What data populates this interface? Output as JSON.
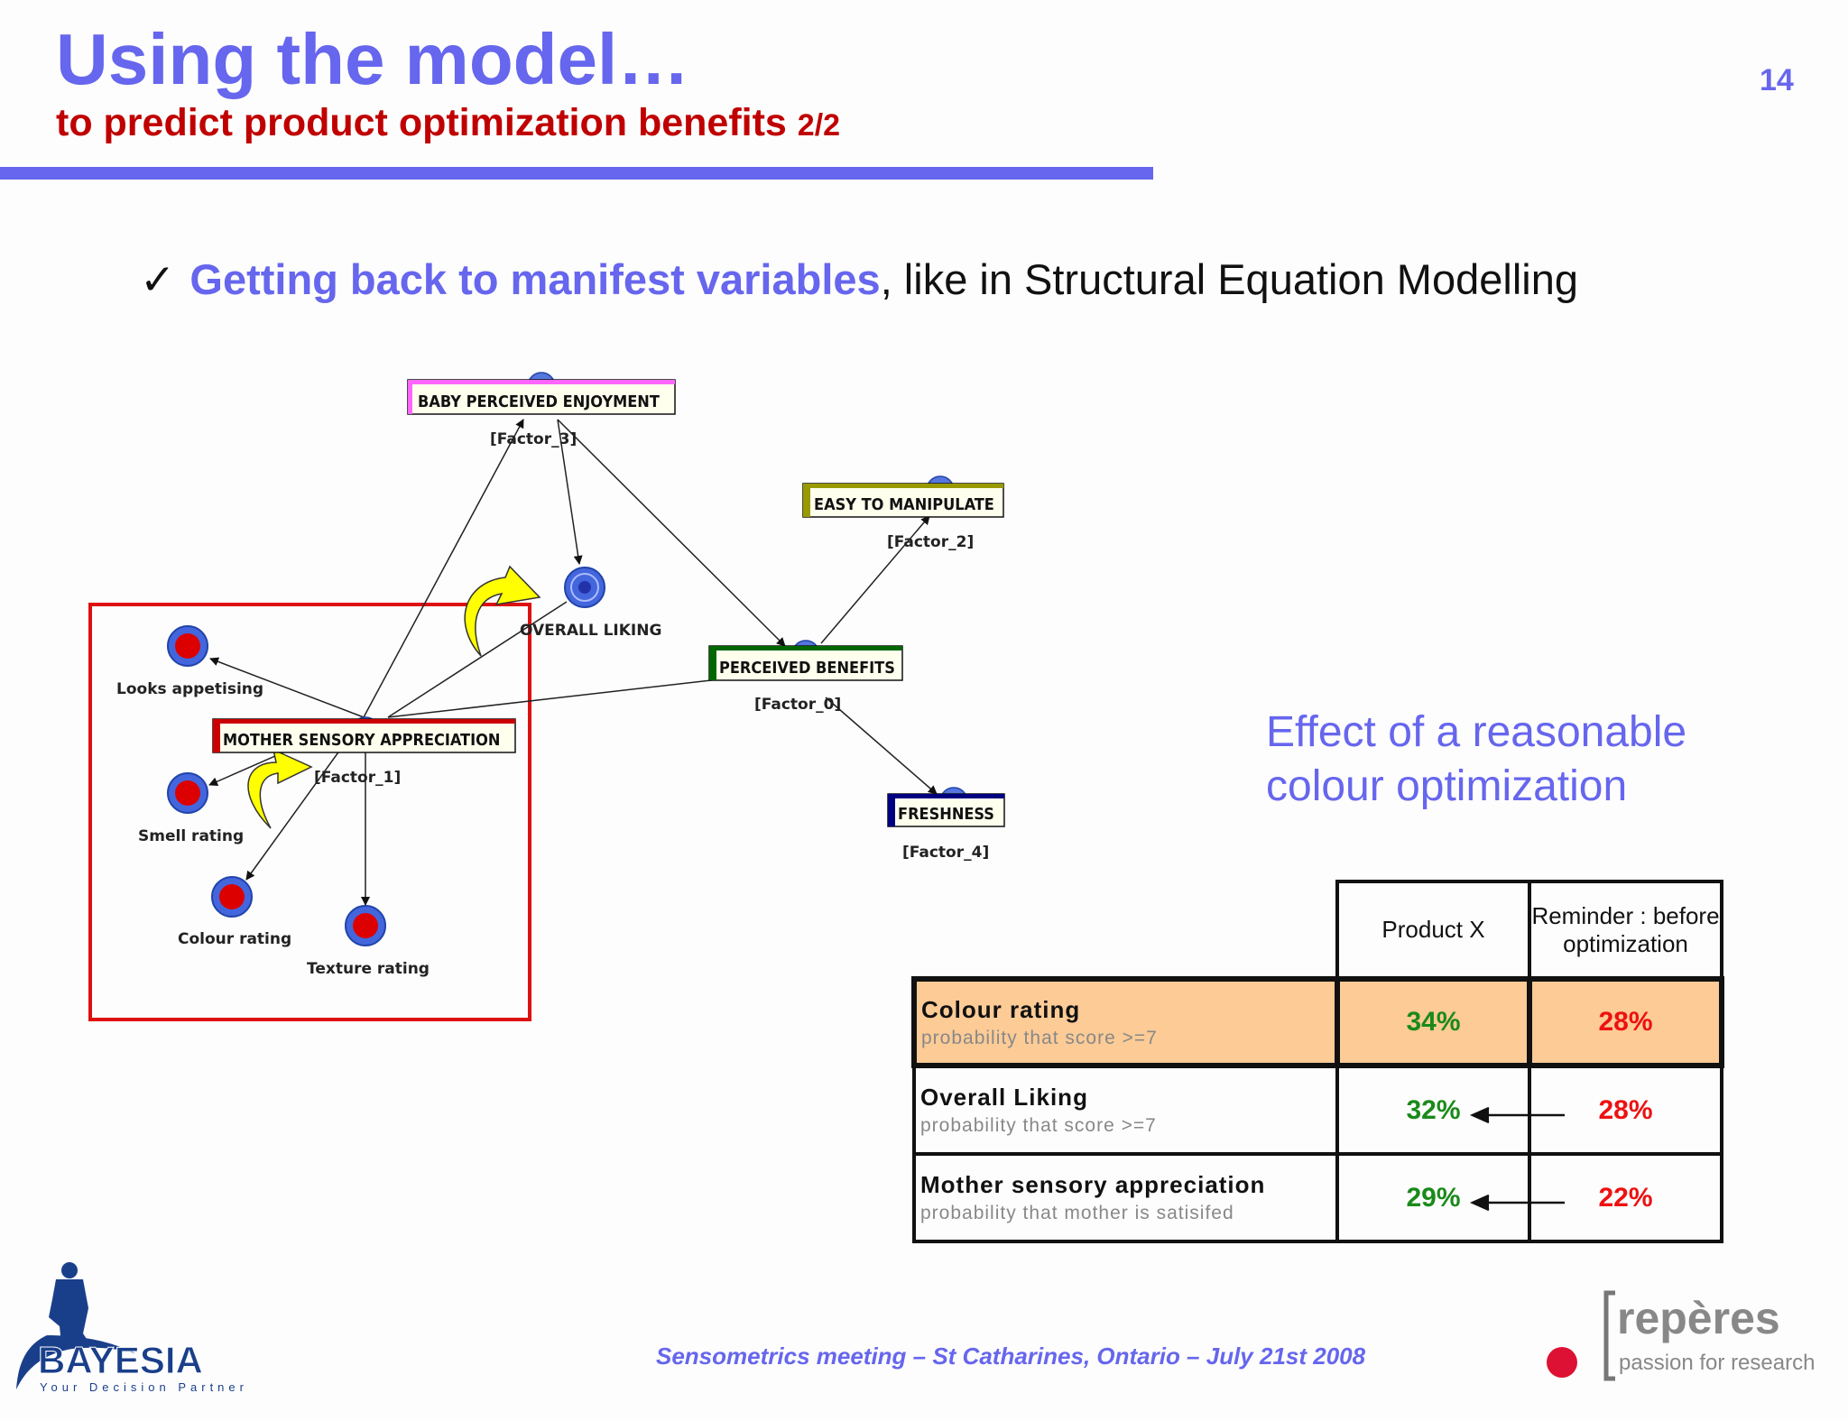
{
  "slide": {
    "title": "Using the model…",
    "subtitle": "to predict product optimization benefits",
    "subtitle_part": "2/2",
    "page_number": "14"
  },
  "bullet": {
    "icon": "checkmark-icon",
    "highlight": "Getting back to manifest variables",
    "rest": ", like in Structural Equation Modelling"
  },
  "network": {
    "factors": {
      "baby": {
        "name": "BABY PERCEIVED ENJOYMENT",
        "id": "[Factor_3]",
        "color": "#ff66ff"
      },
      "easy": {
        "name": "EASY TO MANIPULATE",
        "id": "[Factor_2]",
        "color": "#999900"
      },
      "benefits": {
        "name": "PERCEIVED BENEFITS",
        "id": "[Factor_0]",
        "color": "#006600"
      },
      "mother": {
        "name": "MOTHER SENSORY APPRECIATION",
        "id": "[Factor_1]",
        "color": "#cc0000"
      },
      "freshness": {
        "name": "FRESHNESS",
        "id": "[Factor_4]",
        "color": "#000080"
      }
    },
    "nodes": {
      "overall": "OVERALL LIKING",
      "looks": "Looks appetising",
      "smell": "Smell rating",
      "colour": "Colour rating",
      "texture": "Texture rating"
    }
  },
  "effect_text": {
    "line1": "Effect of a reasonable",
    "line2": "colour optimization"
  },
  "table": {
    "headers": [
      "Product X",
      "Reminder : before optimization"
    ],
    "rows": [
      {
        "label": "Colour rating",
        "sub": "probability that score >=7",
        "x": "34%",
        "before": "28%"
      },
      {
        "label": "Overall Liking",
        "sub": "probability that score >=7",
        "x": "32%",
        "before": "28%"
      },
      {
        "label": "Mother sensory appreciation",
        "sub": "probability that mother is satisifed",
        "x": "29%",
        "before": "22%"
      }
    ]
  },
  "footer": {
    "text": "Sensometrics meeting – St Catharines, Ontario – July 21st  2008"
  },
  "logos": {
    "bayesia_name": "BAYESIA",
    "bayesia_tagline": "Your Decision Partner",
    "reperes_name": "repères",
    "reperes_tagline": "passion for research"
  },
  "colors": {
    "title": "#6666ee",
    "subtitle": "#c00000",
    "highlight_row": "#fccb96",
    "positive": "#1a8a1a",
    "negative": "#ee1111",
    "red_frame": "#dd1111"
  }
}
